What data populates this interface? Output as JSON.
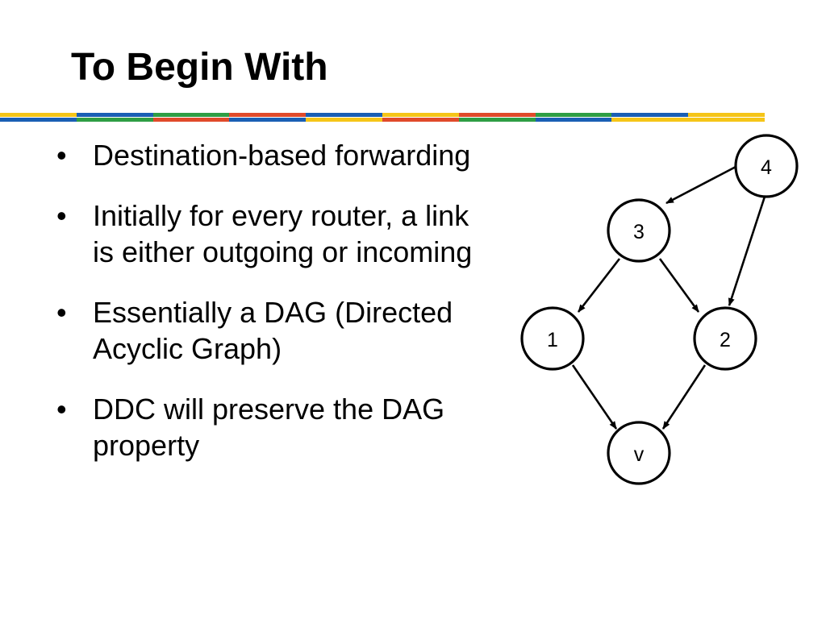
{
  "slide": {
    "title": "To Begin With",
    "stripe_colors": [
      "#f5c518",
      "#1a5fb4",
      "#2e9e44",
      "#e04a2a",
      "#1a5fb4",
      "#f5c518",
      "#e04a2a",
      "#2e9e44",
      "#1a5fb4",
      "#f5c518"
    ],
    "bullets": [
      {
        "lines": [
          "Destination-based forwarding"
        ]
      },
      {
        "lines": [
          "Initially for every router, a link",
          "is either outgoing or incoming"
        ]
      },
      {
        "lines": [
          "Essentially a DAG (Directed",
          "Acyclic Graph)"
        ]
      },
      {
        "lines": [
          "DDC will preserve the DAG",
          "property"
        ]
      }
    ]
  },
  "graph": {
    "nodes": [
      {
        "id": "4",
        "label": "4"
      },
      {
        "id": "3",
        "label": "3"
      },
      {
        "id": "1",
        "label": "1"
      },
      {
        "id": "2",
        "label": "2"
      },
      {
        "id": "v",
        "label": "v"
      }
    ],
    "edges": [
      {
        "from": "4",
        "to": "3"
      },
      {
        "from": "4",
        "to": "2"
      },
      {
        "from": "3",
        "to": "1"
      },
      {
        "from": "3",
        "to": "2"
      },
      {
        "from": "1",
        "to": "v"
      },
      {
        "from": "2",
        "to": "v"
      }
    ]
  }
}
